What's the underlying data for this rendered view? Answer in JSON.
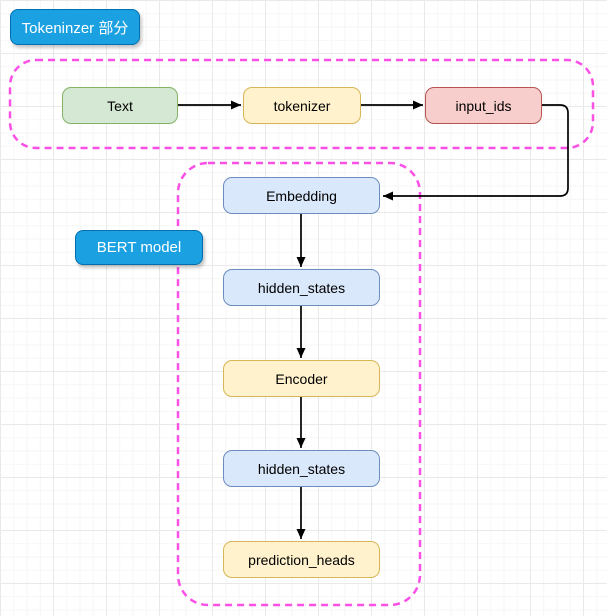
{
  "diagram": {
    "section_labels": {
      "tokenizer": "Tokeninzer 部分",
      "bert": "BERT model"
    },
    "nodes": {
      "text": "Text",
      "tokenizer": "tokenizer",
      "input_ids": "input_ids",
      "embedding": "Embedding",
      "hidden_states_1": "hidden_states",
      "encoder": "Encoder",
      "hidden_states_2": "hidden_states",
      "prediction_heads": "prediction_heads"
    },
    "colors": {
      "label_fill": "#1ba1e2",
      "label_border": "#006eaf",
      "label_text": "#ffffff",
      "green_fill": "#d5e8d4",
      "green_border": "#82b366",
      "yellow_fill": "#fff2cc",
      "yellow_border": "#d6b656",
      "red_fill": "#f8cecc",
      "red_border": "#b85450",
      "blue_fill": "#dae8fc",
      "blue_border": "#6c8ebf",
      "container_border": "#fa50e6",
      "arrow": "#000000"
    }
  }
}
